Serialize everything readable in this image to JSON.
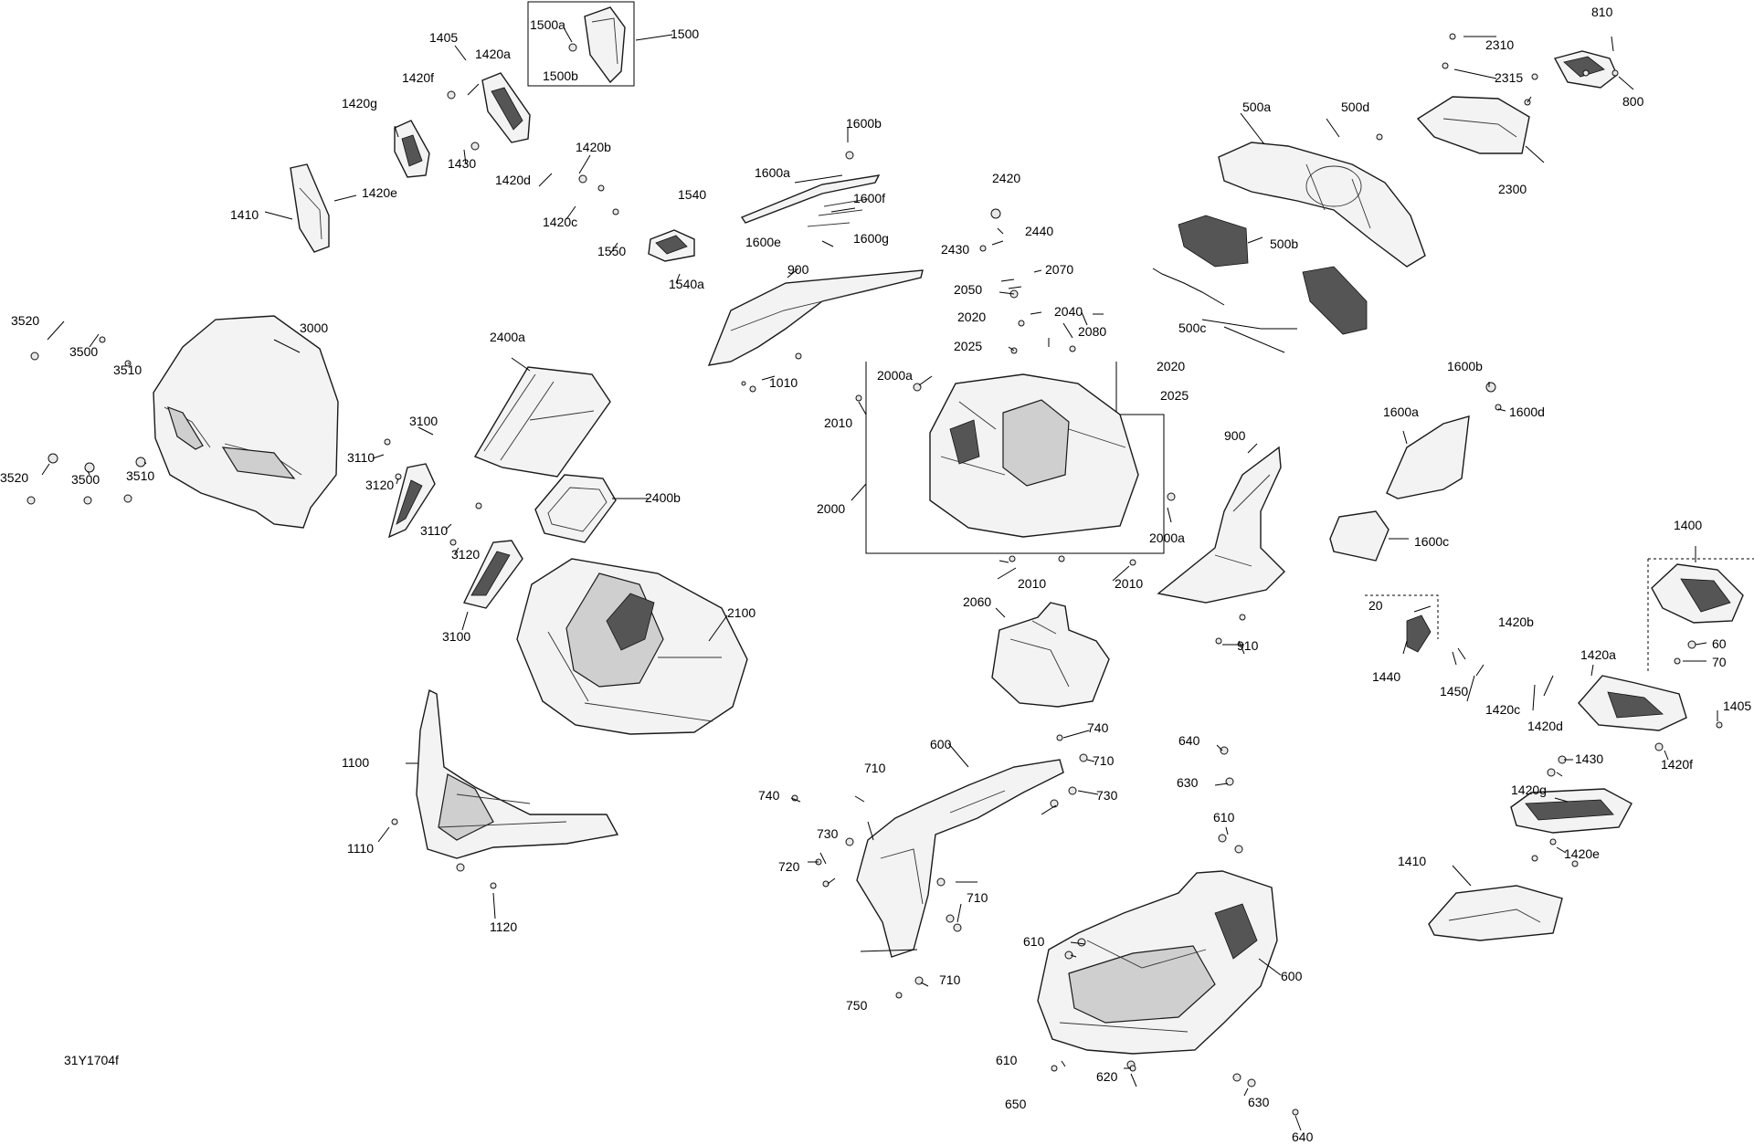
{
  "drawing_id": "31Y1704f",
  "labels": [
    "1500a",
    "1500",
    "1500b",
    "1405",
    "1420a",
    "1420f",
    "1420g",
    "1430",
    "1420d",
    "1420b",
    "1420e",
    "1420c",
    "1410",
    "1550",
    "1540",
    "1540a",
    "1600b",
    "1600a",
    "1600f",
    "1600e",
    "1600g",
    "900",
    "1010",
    "2420",
    "2440",
    "2430",
    "2070",
    "2050",
    "2040",
    "2020",
    "2080",
    "2025",
    "2000a",
    "2010",
    "2000",
    "2020",
    "2025",
    "2000a",
    "2010",
    "2010",
    "2060",
    "3520",
    "3500",
    "3510",
    "3000",
    "3520",
    "3500",
    "3510",
    "2400a",
    "3100",
    "3110",
    "3120",
    "3110",
    "3120",
    "3100",
    "2400b",
    "2100",
    "1100",
    "1110",
    "1120",
    "810",
    "2310",
    "2315",
    "800",
    "500a",
    "500d",
    "2300",
    "500b",
    "500c",
    "1600b",
    "1600d",
    "1600a",
    "900",
    "1600c",
    "910",
    "1400",
    "20",
    "1440",
    "1420b",
    "1450",
    "1420c",
    "1420a",
    "1420d",
    "60",
    "70",
    "1405",
    "1420f",
    "1430",
    "1420g",
    "1420e",
    "1410",
    "640",
    "630",
    "610",
    "740",
    "710",
    "730",
    "600",
    "710",
    "740",
    "730",
    "720",
    "710",
    "750",
    "710",
    "610",
    "600",
    "610",
    "620",
    "650",
    "630",
    "640"
  ]
}
